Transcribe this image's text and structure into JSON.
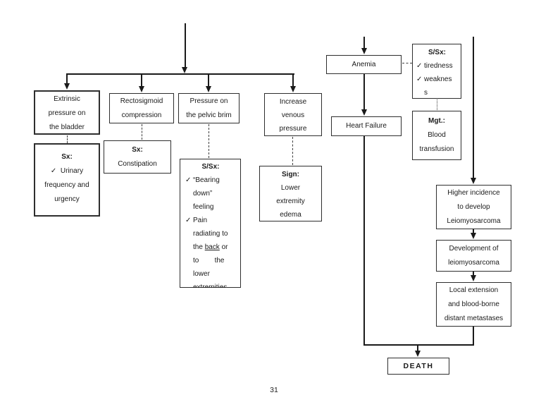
{
  "page": {
    "number": "31"
  },
  "glyphs": {
    "check": "✓"
  },
  "colors": {
    "line": "#1a1a1a",
    "box_border": "#2e2e2e",
    "text": "#1a1a1a",
    "background": "#ffffff"
  },
  "nodes": {
    "extrinsic": {
      "body": [
        "Extrinsic",
        "pressure on",
        "the bladder"
      ]
    },
    "sx_urinary": {
      "title": "Sx:",
      "item": [
        "✓  Urinary",
        "frequency and",
        "urgency"
      ]
    },
    "rectosigmoid": {
      "body": [
        "Rectosigmoid",
        "compression"
      ]
    },
    "sx_constipation": {
      "title": "Sx:",
      "body": "Constipation"
    },
    "pressure_brim": {
      "body": [
        "Pressure on",
        "the pelvic brim"
      ]
    },
    "ssx_pelvic": {
      "title": "S/Sx:",
      "item1": "“Bearing\ndown”\nfeeling",
      "item2_before": "Pain\nradiating to\nthe ",
      "item2_underlined": "back",
      "item2_after": " or\nto        the\nlower\nextremities"
    },
    "increase_venous": {
      "body": [
        "Increase",
        "venous",
        "pressure"
      ]
    },
    "sign_edema": {
      "title": "Sign:",
      "body": [
        "Lower",
        "extremity",
        "edema"
      ]
    },
    "anemia": {
      "label": "Anemia"
    },
    "ssx_anemia": {
      "title": "S/Sx:",
      "item1": "tiredness",
      "item2": [
        "weaknes",
        "s"
      ]
    },
    "heart_failure": {
      "label": "Heart Failure"
    },
    "mgt": {
      "title": "Mgt.:",
      "body": [
        "Blood",
        "transfusion"
      ]
    },
    "higher_incidence": {
      "body": [
        "Higher incidence",
        "to develop",
        "Leiomyosarcoma"
      ]
    },
    "development": {
      "body": [
        "Development of",
        "leiomyosarcoma"
      ]
    },
    "local_extension": {
      "body": [
        "Local extension",
        "and blood-borne",
        "distant metastases"
      ]
    },
    "death": {
      "label": "DEATH"
    }
  }
}
